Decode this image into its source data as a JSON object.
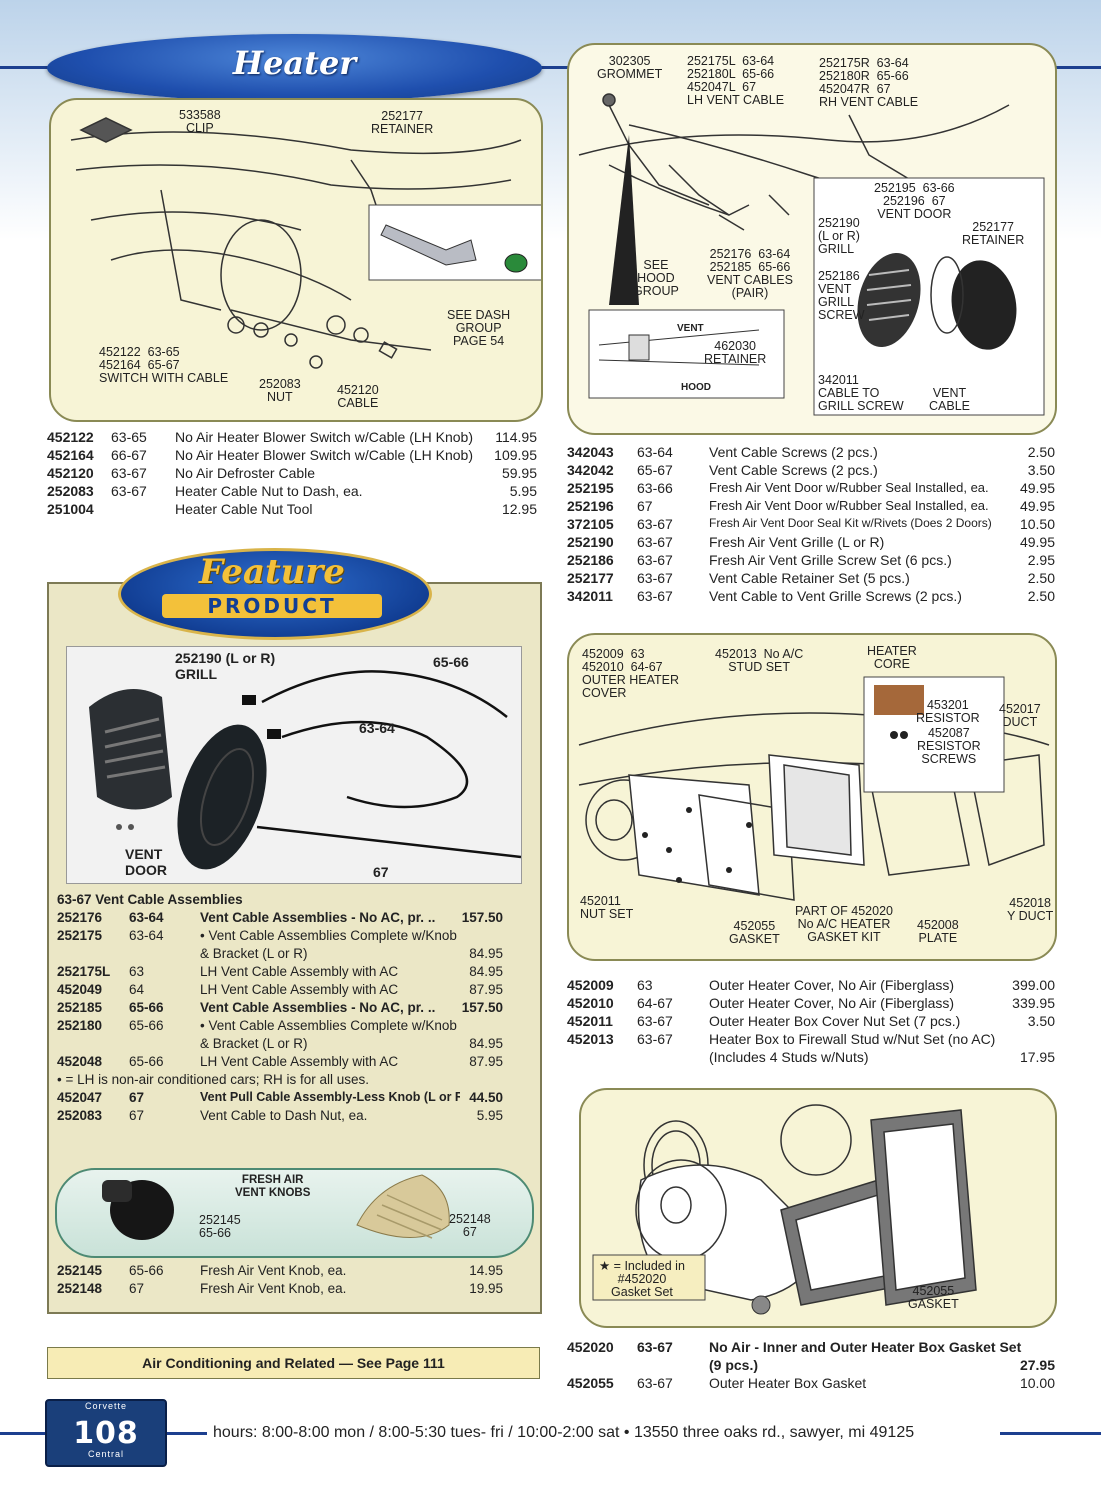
{
  "header": {
    "title": "Heater"
  },
  "diagram_heater": {
    "labels": [
      "533588\nCLIP",
      "252177\nRETAINER",
      "SEE DASH\nGROUP\nPAGE 54",
      "452122  63-65\n452164  65-67\nSWITCH WITH CABLE",
      "252083\nNUT",
      "452120\nCABLE"
    ]
  },
  "heater_parts": [
    {
      "pn": "452122",
      "yr": "63-65",
      "desc": "No Air Heater Blower Switch w/Cable (LH Knob)",
      "price": "114.95"
    },
    {
      "pn": "452164",
      "yr": "66-67",
      "desc": "No Air Heater Blower Switch w/Cable (LH Knob)",
      "price": "109.95"
    },
    {
      "pn": "452120",
      "yr": "63-67",
      "desc": "No Air Defroster Cable",
      "price": "59.95"
    },
    {
      "pn": "252083",
      "yr": "63-67",
      "desc": "Heater Cable Nut to Dash, ea.",
      "price": "5.95"
    },
    {
      "pn": "251004",
      "yr": "",
      "desc": "Heater Cable Nut Tool",
      "price": "12.95"
    }
  ],
  "diagram_vent": {
    "labels": [
      "302305\nGROMMET",
      "252175L  63-64\n252180L  65-66\n452047L  67\nLH VENT CABLE",
      "252175R  63-64\n252180R  65-66\n452047R  67\nRH VENT CABLE",
      "SEE\nHOOD\nGROUP",
      "252176  63-64\n252185  65-66\nVENT CABLES\n(PAIR)",
      "252195  63-66\n252196  67\nVENT DOOR",
      "252190\n(L or R)\nGRILL",
      "252177\nRETAINER",
      "252186\nVENT\nGRILL\nSCREW",
      "342011\nCABLE TO\nGRILL SCREW",
      "VENT\nCABLE",
      "VENT",
      "462030\nRETAINER",
      "HOOD"
    ]
  },
  "vent_parts": [
    {
      "pn": "342043",
      "yr": "63-64",
      "desc": "Vent Cable Screws (2 pcs.)",
      "price": "2.50"
    },
    {
      "pn": "342042",
      "yr": "65-67",
      "desc": "Vent Cable Screws (2 pcs.)",
      "price": "3.50"
    },
    {
      "pn": "252195",
      "yr": "63-66",
      "desc": "Fresh Air Vent Door w/Rubber Seal Installed, ea.",
      "price": "49.95"
    },
    {
      "pn": "252196",
      "yr": "67",
      "desc": "Fresh Air Vent Door w/Rubber Seal Installed, ea.",
      "price": "49.95"
    },
    {
      "pn": "372105",
      "yr": "63-67",
      "desc": "Fresh Air Vent Door Seal Kit w/Rivets (Does 2 Doors)",
      "price": "10.50"
    },
    {
      "pn": "252190",
      "yr": "63-67",
      "desc": "Fresh Air Vent Grille (L or R)",
      "price": "49.95"
    },
    {
      "pn": "252186",
      "yr": "63-67",
      "desc": "Fresh Air Vent Grille Screw Set (6 pcs.)",
      "price": "2.95"
    },
    {
      "pn": "252177",
      "yr": "63-67",
      "desc": "Vent Cable Retainer Set (5 pcs.)",
      "price": "2.50"
    },
    {
      "pn": "342011",
      "yr": "63-67",
      "desc": "Vent Cable to Vent Grille Screws (2 pcs.)",
      "price": "2.50"
    }
  ],
  "feature": {
    "title": "Feature",
    "subtitle": "PRODUCT",
    "photo_labels": [
      "252190 (L or R)\nGRILL",
      "65-66",
      "63-64",
      "VENT\nDOOR",
      "67"
    ],
    "section_title": "63-67 Vent Cable Assemblies",
    "parts": [
      {
        "pn": "252176",
        "yr": "63-64",
        "desc": "Vent Cable Assemblies - No AC, pr. ..",
        "price": "157.50",
        "bold": true
      },
      {
        "pn": "252175",
        "yr": "63-64",
        "desc": "• Vent Cable Assemblies Complete w/Knob",
        "price": "",
        "bold": false
      },
      {
        "pn": "",
        "yr": "",
        "desc": "& Bracket (L or R)",
        "price": "84.95",
        "bold": false
      },
      {
        "pn": "252175L",
        "yr": "63",
        "desc": "LH Vent Cable Assembly with AC",
        "price": "84.95",
        "bold": false
      },
      {
        "pn": "452049",
        "yr": "64",
        "desc": "LH Vent Cable Assembly with AC",
        "price": "87.95",
        "bold": false
      },
      {
        "pn": "252185",
        "yr": "65-66",
        "desc": "Vent Cable Assemblies - No AC, pr. ..",
        "price": "157.50",
        "bold": true
      },
      {
        "pn": "252180",
        "yr": "65-66",
        "desc": "• Vent Cable Assemblies Complete w/Knob",
        "price": "",
        "bold": false
      },
      {
        "pn": "",
        "yr": "",
        "desc": "& Bracket (L or R)",
        "price": "84.95",
        "bold": false
      },
      {
        "pn": "452048",
        "yr": "65-66",
        "desc": "LH Vent Cable Assembly with AC",
        "price": "87.95",
        "bold": false
      }
    ],
    "note": "• = LH is non-air conditioned cars; RH is for all uses.",
    "parts2": [
      {
        "pn": "452047",
        "yr": "67",
        "desc": "Vent Pull Cable Assembly-Less Knob (L or R).",
        "price": "44.50",
        "bold": true
      },
      {
        "pn": "252083",
        "yr": "67",
        "desc": "Vent Cable to Dash Nut, ea.",
        "price": "5.95",
        "bold": false
      }
    ],
    "knobs": {
      "title": "FRESH AIR\nVENT KNOBS",
      "left": "252145\n65-66",
      "right": "252148\n67"
    },
    "parts3": [
      {
        "pn": "252145",
        "yr": "65-66",
        "desc": "Fresh Air Vent Knob, ea.",
        "price": "14.95",
        "bold": false
      },
      {
        "pn": "252148",
        "yr": "67",
        "desc": "Fresh Air Vent Knob, ea.",
        "price": "19.95",
        "bold": false
      }
    ]
  },
  "ac_note": "Air Conditioning and Related — See Page 111",
  "diagram_box": {
    "labels": [
      "452009  63\n452010  64-67\nOUTER HEATER\nCOVER",
      "452013  No A/C\nSTUD SET",
      "HEATER\nCORE",
      "453201\nRESISTOR",
      "452087\nRESISTOR\nSCREWS",
      "452017\nDUCT",
      "452011\nNUT SET",
      "452055\nGASKET",
      "PART OF 452020\nNo A/C HEATER\nGASKET KIT",
      "452008\nPLATE",
      "452018\nY DUCT"
    ]
  },
  "box_parts": [
    {
      "pn": "452009",
      "yr": "63",
      "desc": "Outer Heater Cover, No Air (Fiberglass)",
      "price": "399.00"
    },
    {
      "pn": "452010",
      "yr": "64-67",
      "desc": "Outer Heater Cover, No Air (Fiberglass)",
      "price": "339.95"
    },
    {
      "pn": "452011",
      "yr": "63-67",
      "desc": "Outer Heater Box Cover Nut Set (7 pcs.)",
      "price": "3.50"
    },
    {
      "pn": "452013",
      "yr": "63-67",
      "desc": "Heater Box to Firewall Stud w/Nut Set (no AC)",
      "price": ""
    },
    {
      "pn": "",
      "yr": "",
      "desc": "(Includes 4 Studs w/Nuts)",
      "price": "17.95"
    }
  ],
  "diagram_gasket": {
    "legend": "★ = Included in\n#452020\nGasket Set",
    "label": "452055\nGASKET"
  },
  "gasket_parts": [
    {
      "pn": "452020",
      "yr": "63-67",
      "desc": "No Air - Inner and Outer Heater Box Gasket Set",
      "price": "",
      "bold": true
    },
    {
      "pn": "",
      "yr": "",
      "desc": "(9 pcs.)",
      "price": "27.95",
      "bold": true
    },
    {
      "pn": "452055",
      "yr": "63-67",
      "desc": "Outer Heater Box Gasket",
      "price": "10.00",
      "bold": false
    }
  ],
  "footer": {
    "page": "108",
    "logo_top": "Corvette",
    "logo_bottom": "Central",
    "text": "hours: 8:00-8:00 mon / 8:00-5:30 tues- fri / 10:00-2:00 sat • 13550 three oaks rd., sawyer, mi 49125"
  },
  "colors": {
    "navy": "#1d3f8f",
    "panel": "#f7f4d6",
    "gold": "#f3c13a"
  }
}
